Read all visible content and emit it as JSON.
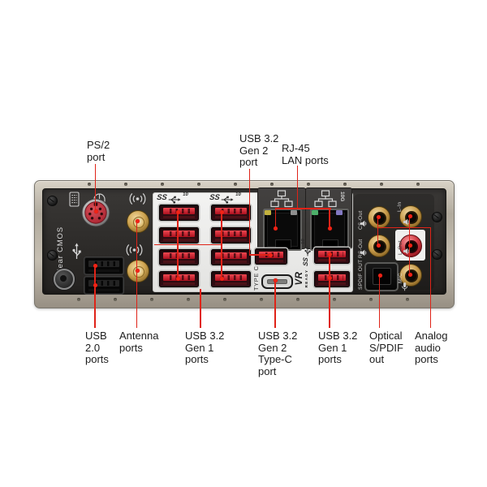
{
  "callouts": {
    "top": [
      {
        "id": "ps2",
        "lines": [
          "PS/2",
          "port"
        ]
      },
      {
        "id": "usb32-gen2",
        "lines": [
          "USB 3.2",
          "Gen 2",
          "port"
        ]
      },
      {
        "id": "rj45",
        "lines": [
          "RJ-45",
          "LAN ports"
        ]
      }
    ],
    "bottom": [
      {
        "id": "usb20",
        "lines": [
          "USB",
          "2.0",
          "ports"
        ]
      },
      {
        "id": "antenna",
        "lines": [
          "Antenna",
          "ports"
        ]
      },
      {
        "id": "usb32-gen1-left",
        "lines": [
          "USB 3.2",
          "Gen 1",
          "ports"
        ]
      },
      {
        "id": "usb32-gen2-typec",
        "lines": [
          "USB 3.2",
          "Gen 2",
          "Type-C",
          "port"
        ]
      },
      {
        "id": "usb32-gen1-right",
        "lines": [
          "USB 3.2",
          "Gen 1",
          "ports"
        ]
      },
      {
        "id": "spdif",
        "lines": [
          "Optical",
          "S/PDIF",
          "out"
        ]
      },
      {
        "id": "analog-audio",
        "lines": [
          "Analog",
          "audio",
          "ports"
        ]
      }
    ]
  },
  "panel": {
    "clear_cmos": "Clear CMOS",
    "type_c": "TYPE C",
    "vr": "VR",
    "vr_sub": "READY",
    "lan2_speed": "10G",
    "spdif_label": "SPDIF OUT",
    "superspeed": {
      "ss": "SS",
      "speed": "10"
    },
    "audio_labels": {
      "cs_out": "CS-Out",
      "l_in": "L-In",
      "rs_out": "RS-Out",
      "l_out": "L-Out",
      "mic": "MIC"
    }
  },
  "colors": {
    "callout_red": "#df2318",
    "port_red": "#c0212e",
    "antenna_gold": "#c79b4a",
    "panel_dark": "#2f2d2b",
    "bracket_metal": "#bfb8ab",
    "plate_white": "#ededed"
  }
}
